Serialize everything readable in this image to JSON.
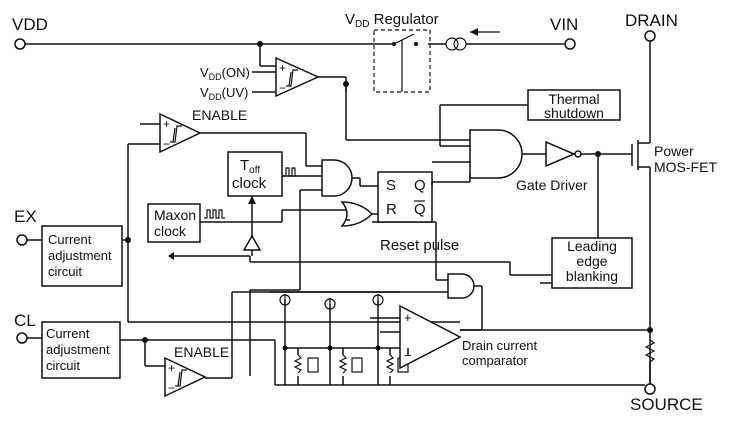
{
  "pins": {
    "vdd": "VDD",
    "vin": "VIN",
    "drain": "DRAIN",
    "source": "SOURCE",
    "ex": "EX",
    "cl": "CL"
  },
  "blocks": {
    "regulator_prefix": "V",
    "regulator_sub": "DD",
    "regulator_suffix": " Regulator",
    "vdd_on_prefix": "V",
    "vdd_on_sub": "DD",
    "vdd_on_suffix": "(ON)",
    "vdd_uv_prefix": "V",
    "vdd_uv_sub": "DD",
    "vdd_uv_suffix": "(UV)",
    "thermal_line1": "Thermal",
    "thermal_line2": "shutdown",
    "enable_top": "ENABLE",
    "enable_bottom": "ENABLE",
    "toff_prefix": "T",
    "toff_sub": "off",
    "toff_line2": "clock",
    "maxon_line1": "Maxon",
    "maxon_line2": "clock",
    "ff_s": "S",
    "ff_r": "R",
    "ff_q": "Q",
    "ff_qbar": "Q",
    "gate_driver": "Gate Driver",
    "power_line1": "Power",
    "power_line2": "MOS-FET",
    "reset_pulse": "Reset pulse",
    "leb_line1": "Leading",
    "leb_line2": "edge",
    "leb_line3": "blanking",
    "cur_adj_top_line1": "Current",
    "cur_adj_top_line2": "adjustment",
    "cur_adj_top_line3": "circuit",
    "cur_adj_bot_line1": "Current",
    "cur_adj_bot_line2": "adjustment",
    "cur_adj_bot_line3": "circuit",
    "dcc_line1": "Drain current",
    "dcc_line2": "comparator",
    "plus": "+",
    "minus": "−"
  },
  "colors": {
    "ink": "#111111",
    "background": "#ffffff"
  }
}
